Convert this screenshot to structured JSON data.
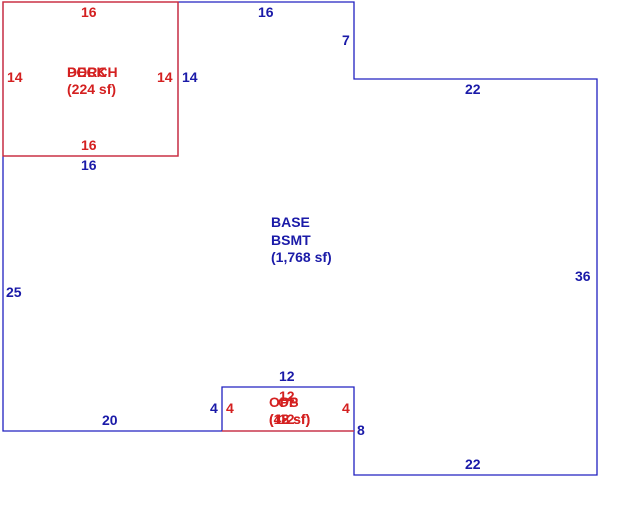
{
  "colors": {
    "base_outline": "#2020c0",
    "base_text": "#1a1aa8",
    "addition_outline": "#e03030",
    "addition_text": "#d42020"
  },
  "base": {
    "name_line1": "BASE",
    "name_line2": "BSMT",
    "area": "(1,768 sf)",
    "dims": {
      "top_left": "16",
      "notch_drop": "7",
      "top_right": "22",
      "right": "36",
      "bottom_right": "22",
      "step_right": "8",
      "opo_top": "12",
      "step_left": "4",
      "bottom_left": "20",
      "left": "25",
      "deck_bottom": "16",
      "deck_right": "14"
    }
  },
  "deck": {
    "name_a": "DECK",
    "name_b": "PORCH",
    "area": "(224 sf)",
    "dims": {
      "top": "16",
      "left": "14",
      "right": "14",
      "bottom": "16"
    }
  },
  "opo": {
    "name_a": "OPS",
    "name_b": "OP",
    "area_a": "(48 sf)",
    "area_b": "(12 sf)",
    "dims": {
      "top": "12",
      "left": "4",
      "right": "4",
      "bottom": "12"
    }
  }
}
